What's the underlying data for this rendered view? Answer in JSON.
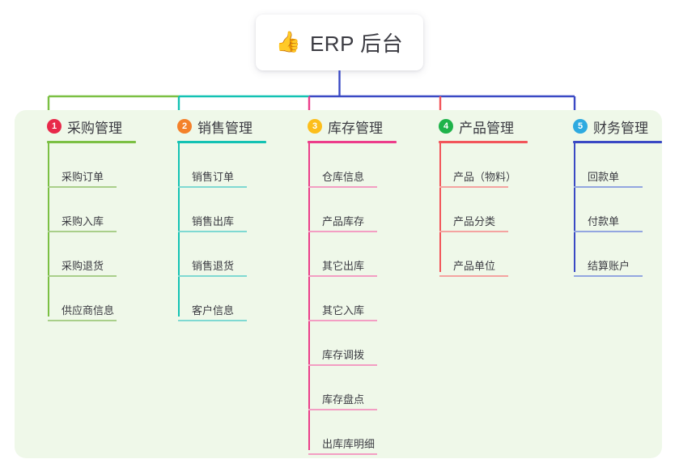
{
  "root": {
    "emoji": "👍",
    "emoji_name": "thumbs-up-icon",
    "title": "ERP 后台"
  },
  "panel": {
    "background": "#eff8e9"
  },
  "columns": [
    {
      "number": "1",
      "label": "采购管理",
      "badge_color": "#e8294a",
      "line_color": "#7bc043",
      "item_line_color": "#a9cf8a",
      "trunk_color": "#7bc043",
      "items": [
        "采购订单",
        "采购入库",
        "采购退货",
        "供应商信息"
      ]
    },
    {
      "number": "2",
      "label": "销售管理",
      "badge_color": "#f4812a",
      "line_color": "#13c2b3",
      "item_line_color": "#7fd9d2",
      "trunk_color": "#13c2b3",
      "items": [
        "销售订单",
        "销售出库",
        "销售退货",
        "客户信息"
      ]
    },
    {
      "number": "3",
      "label": "库存管理",
      "badge_color": "#fcbe1b",
      "line_color": "#ec3d8a",
      "item_line_color": "#f39ec3",
      "trunk_color": "#ec3d8a",
      "items": [
        "仓库信息",
        "产品库存",
        "其它出库",
        "其它入库",
        "库存调拨",
        "库存盘点",
        "出库库明细"
      ]
    },
    {
      "number": "4",
      "label": "产品管理",
      "badge_color": "#1fb34a",
      "line_color": "#f2555a",
      "item_line_color": "#f4a3a0",
      "trunk_color": "#f2555a",
      "items": [
        "产品（物料）",
        "产品分类",
        "产品单位"
      ]
    },
    {
      "number": "5",
      "label": "财务管理",
      "badge_color": "#2eaae0",
      "line_color": "#3a49c4",
      "item_line_color": "#93a6e0",
      "trunk_color": "#3a49c4",
      "items": [
        "回款单",
        "付款单",
        "结算账户"
      ]
    }
  ],
  "bus": {
    "root_stem_color": "#3a49c4",
    "segments": [
      {
        "color": "#7bc043"
      },
      {
        "color": "#13c2b3"
      },
      {
        "color": "#3a49c4"
      }
    ]
  }
}
